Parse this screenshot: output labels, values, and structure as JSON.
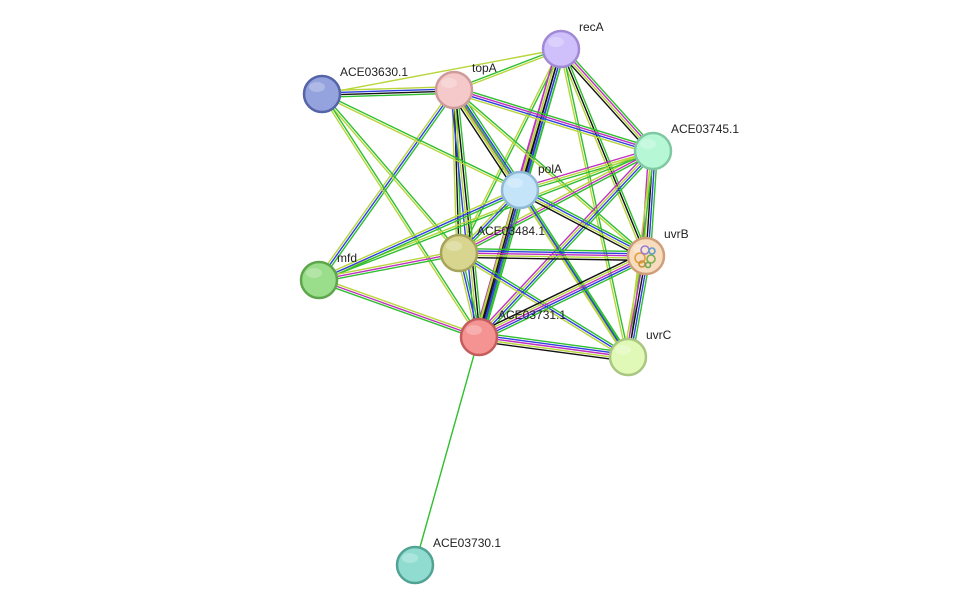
{
  "nodes": [
    {
      "id": "recA",
      "label": "recA",
      "fill": "#cfc0fb",
      "stroke": "#a08ad6"
    },
    {
      "id": "topA",
      "label": "topA",
      "fill": "#f5c9c9",
      "stroke": "#cf9a9a"
    },
    {
      "id": "ACE03630.1",
      "label": "ACE03630.1",
      "fill": "#94a2de",
      "stroke": "#5563a8"
    },
    {
      "id": "ACE03745.1",
      "label": "ACE03745.1",
      "fill": "#b6f7d6",
      "stroke": "#7ec9a1"
    },
    {
      "id": "polA",
      "label": "polA",
      "fill": "#c4e5f9",
      "stroke": "#8fb9d6"
    },
    {
      "id": "ACE03484.1",
      "label": "ACE03484.1",
      "fill": "#d8d68e",
      "stroke": "#a6a35b"
    },
    {
      "id": "uvrB",
      "label": "uvrB",
      "fill": "#f7dcc0",
      "stroke": "#cf9f79",
      "icon": "protein-structure-icon"
    },
    {
      "id": "mfd",
      "label": "mfd",
      "fill": "#9add8a",
      "stroke": "#5da64c"
    },
    {
      "id": "ACE03731.1",
      "label": "ACE03731.1",
      "fill": "#f59393",
      "stroke": "#c45c5c"
    },
    {
      "id": "uvrC",
      "label": "uvrC",
      "fill": "#e1f9b7",
      "stroke": "#a9c781"
    },
    {
      "id": "ACE03730.1",
      "label": "ACE03730.1",
      "fill": "#91dcd0",
      "stroke": "#52a394"
    }
  ],
  "evidence_colors": {
    "green": "#2fbf2f",
    "blue": "#2f3fe0",
    "black": "#111111",
    "purple": "#c030c0",
    "yellowgreen": "#b8d63c",
    "cyan": "#2fb8d0"
  },
  "edges": [
    {
      "source": "ACE03731.1",
      "target": "ACE03730.1",
      "evidence": [
        "green"
      ]
    },
    {
      "source": "recA",
      "target": "topA",
      "evidence": [
        "yellowgreen",
        "green"
      ]
    },
    {
      "source": "recA",
      "target": "ACE03630.1",
      "evidence": [
        "yellowgreen"
      ]
    },
    {
      "source": "recA",
      "target": "ACE03745.1",
      "evidence": [
        "green",
        "purple",
        "yellowgreen",
        "black"
      ]
    },
    {
      "source": "recA",
      "target": "polA",
      "evidence": [
        "green",
        "blue",
        "black",
        "yellowgreen",
        "purple"
      ]
    },
    {
      "source": "recA",
      "target": "ACE03484.1",
      "evidence": [
        "green",
        "yellowgreen"
      ]
    },
    {
      "source": "recA",
      "target": "uvrB",
      "evidence": [
        "green",
        "black",
        "yellowgreen"
      ]
    },
    {
      "source": "recA",
      "target": "ACE03731.1",
      "evidence": [
        "green",
        "blue",
        "black",
        "yellowgreen",
        "purple"
      ]
    },
    {
      "source": "recA",
      "target": "uvrC",
      "evidence": [
        "green",
        "yellowgreen"
      ]
    },
    {
      "source": "topA",
      "target": "ACE03630.1",
      "evidence": [
        "green",
        "black",
        "blue",
        "yellowgreen"
      ]
    },
    {
      "source": "topA",
      "target": "ACE03745.1",
      "evidence": [
        "green",
        "purple",
        "blue",
        "yellowgreen"
      ]
    },
    {
      "source": "topA",
      "target": "polA",
      "evidence": [
        "green",
        "blue",
        "purple",
        "yellowgreen",
        "black"
      ]
    },
    {
      "source": "topA",
      "target": "ACE03484.1",
      "evidence": [
        "green",
        "black",
        "yellowgreen"
      ]
    },
    {
      "source": "topA",
      "target": "ACE03731.1",
      "evidence": [
        "green",
        "black",
        "yellowgreen",
        "blue"
      ]
    },
    {
      "source": "topA",
      "target": "uvrB",
      "evidence": [
        "green",
        "yellowgreen"
      ]
    },
    {
      "source": "topA",
      "target": "uvrC",
      "evidence": [
        "green",
        "yellowgreen"
      ]
    },
    {
      "source": "topA",
      "target": "mfd",
      "evidence": [
        "green",
        "blue",
        "yellowgreen"
      ]
    },
    {
      "source": "ACE03630.1",
      "target": "polA",
      "evidence": [
        "green",
        "yellowgreen"
      ]
    },
    {
      "source": "ACE03630.1",
      "target": "ACE03484.1",
      "evidence": [
        "green",
        "yellowgreen"
      ]
    },
    {
      "source": "ACE03630.1",
      "target": "ACE03731.1",
      "evidence": [
        "green",
        "yellowgreen"
      ]
    },
    {
      "source": "ACE03745.1",
      "target": "polA",
      "evidence": [
        "green",
        "yellowgreen",
        "purple"
      ]
    },
    {
      "source": "ACE03745.1",
      "target": "uvrB",
      "evidence": [
        "green",
        "blue",
        "black",
        "yellowgreen",
        "purple"
      ]
    },
    {
      "source": "ACE03745.1",
      "target": "ACE03484.1",
      "evidence": [
        "green",
        "purple",
        "yellowgreen"
      ]
    },
    {
      "source": "ACE03745.1",
      "target": "ACE03731.1",
      "evidence": [
        "green",
        "blue",
        "yellowgreen",
        "purple"
      ]
    },
    {
      "source": "ACE03745.1",
      "target": "uvrC",
      "evidence": [
        "green",
        "yellowgreen"
      ]
    },
    {
      "source": "ACE03745.1",
      "target": "mfd",
      "evidence": [
        "green",
        "yellowgreen"
      ]
    },
    {
      "source": "polA",
      "target": "ACE03484.1",
      "evidence": [
        "green",
        "blue",
        "yellowgreen"
      ]
    },
    {
      "source": "polA",
      "target": "uvrB",
      "evidence": [
        "green",
        "blue",
        "yellowgreen",
        "black"
      ]
    },
    {
      "source": "polA",
      "target": "ACE03731.1",
      "evidence": [
        "green",
        "blue",
        "black",
        "yellowgreen"
      ]
    },
    {
      "source": "polA",
      "target": "uvrC",
      "evidence": [
        "green",
        "blue",
        "yellowgreen"
      ]
    },
    {
      "source": "polA",
      "target": "mfd",
      "evidence": [
        "green",
        "blue",
        "yellowgreen"
      ]
    },
    {
      "source": "ACE03484.1",
      "target": "uvrB",
      "evidence": [
        "green",
        "blue",
        "purple",
        "yellowgreen",
        "black"
      ]
    },
    {
      "source": "ACE03484.1",
      "target": "ACE03731.1",
      "evidence": [
        "green",
        "blue",
        "yellowgreen"
      ]
    },
    {
      "source": "ACE03484.1",
      "target": "uvrC",
      "evidence": [
        "green",
        "blue",
        "yellowgreen"
      ]
    },
    {
      "source": "ACE03484.1",
      "target": "mfd",
      "evidence": [
        "green",
        "purple",
        "yellowgreen"
      ]
    },
    {
      "source": "uvrB",
      "target": "ACE03731.1",
      "evidence": [
        "green",
        "blue",
        "purple",
        "yellowgreen",
        "black"
      ]
    },
    {
      "source": "uvrB",
      "target": "uvrC",
      "evidence": [
        "green",
        "blue",
        "black",
        "purple",
        "yellowgreen"
      ]
    },
    {
      "source": "ACE03731.1",
      "target": "uvrC",
      "evidence": [
        "green",
        "blue",
        "purple",
        "yellowgreen",
        "black"
      ]
    },
    {
      "source": "ACE03731.1",
      "target": "mfd",
      "evidence": [
        "green",
        "purple",
        "yellowgreen"
      ]
    }
  ]
}
